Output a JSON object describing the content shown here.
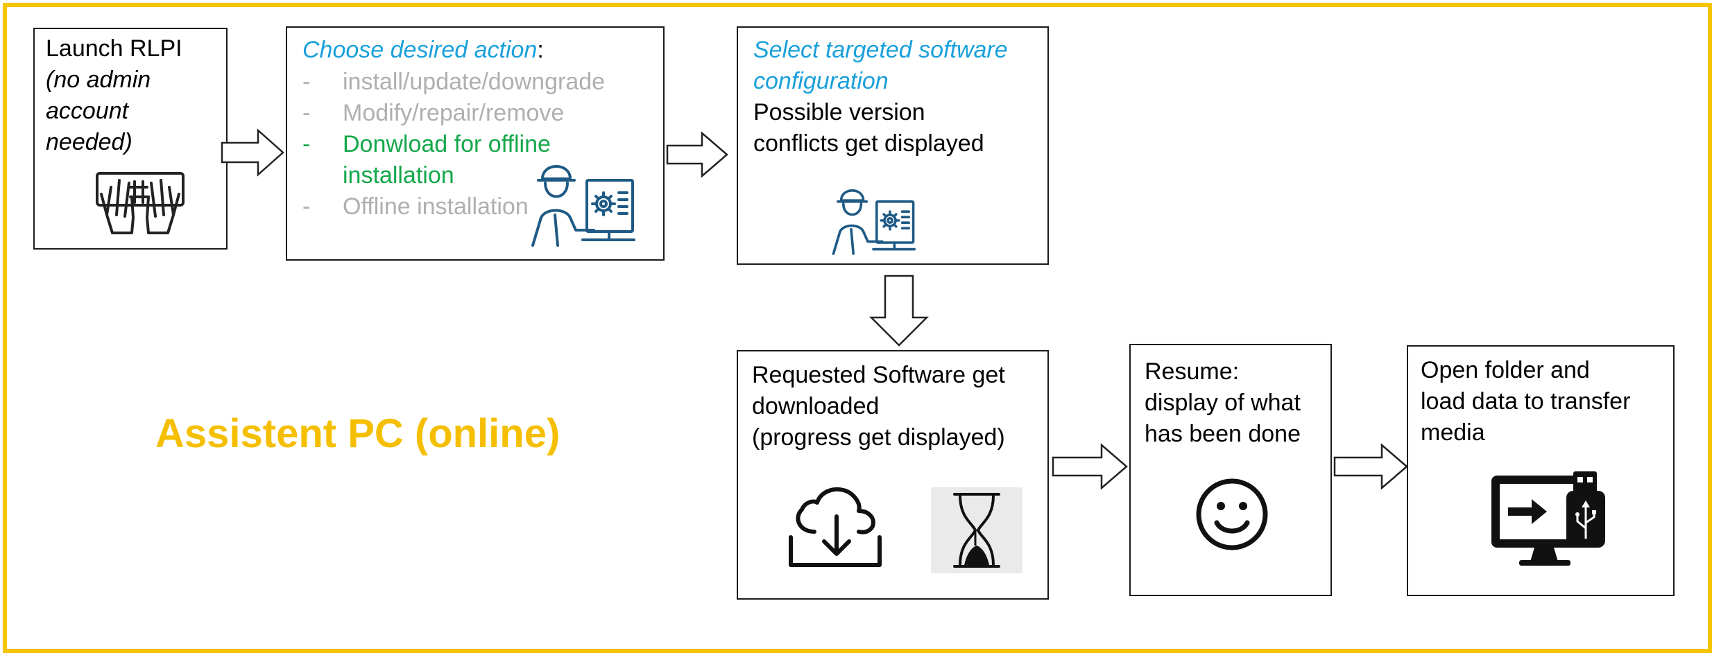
{
  "colors": {
    "frame": "#F5C400",
    "highlight_title": "#F5BF00",
    "accent_blue": "#1AA0DB",
    "selected_green": "#13A84A",
    "inactive_grey": "#AFAFAF"
  },
  "box1": {
    "line1": "Launch RLPI",
    "line2": "(no admin",
    "line3": "account",
    "line4": "needed)",
    "icon": "typing-hands-icon"
  },
  "box2": {
    "heading": "Choose desired action",
    "heading_colon": ":",
    "options": [
      {
        "dash": "-",
        "text": "install/update/downgrade",
        "state": "inactive"
      },
      {
        "dash": "-",
        "text": "Modify/repair/remove",
        "state": "inactive"
      },
      {
        "dash": "-",
        "text": "Donwload for offline",
        "text2": "installation",
        "state": "selected"
      },
      {
        "dash": "-",
        "text": "Offline installation",
        "state": "inactive"
      }
    ],
    "icon": "engineer-workstation-icon"
  },
  "box3": {
    "heading1": "Select targeted software",
    "heading2": "configuration",
    "body1": "Possible version",
    "body2": "conflicts get displayed",
    "icon": "engineer-workstation-icon"
  },
  "box4": {
    "line1": "Requested Software get",
    "line2": "downloaded",
    "line3": "(progress get displayed)",
    "icons": [
      "cloud-download-icon",
      "hourglass-icon"
    ]
  },
  "box5": {
    "line1": "Resume:",
    "line2": "display of what",
    "line3": "has been done",
    "icon": "smiley-icon"
  },
  "box6": {
    "line1": "Open folder and",
    "line2": "load data to transfer",
    "line3": "media",
    "icon": "monitor-usb-transfer-icon"
  },
  "section_title": "Assistent PC (online)"
}
